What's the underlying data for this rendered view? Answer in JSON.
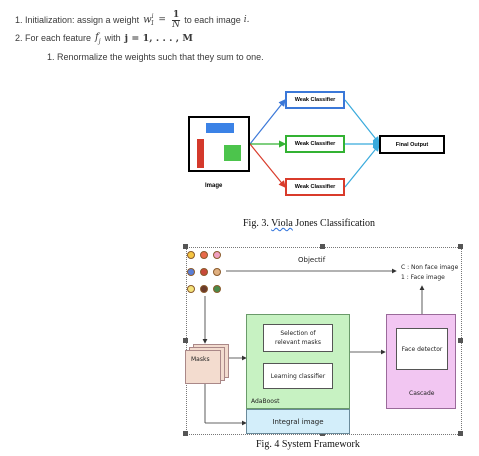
{
  "algorithm": {
    "step1_label": "1. Initialization: assign a weight",
    "step1_weight": "w",
    "step1_sup": "i",
    "step1_sub": "1",
    "step1_equals": "=",
    "step1_frac_num": "1",
    "step1_frac_den": "N",
    "step1_suffix": "to each image",
    "step1_var": "i.",
    "step2_label": "2. For each feature",
    "step2_feature": "f",
    "step2_feature_sub": "j",
    "step2_with": "with",
    "step2_range": "j = 1, . . . , M",
    "substep1": "1. Renormalize the weights such that they sum to one."
  },
  "fig3": {
    "image_label": "Image",
    "classifier_1": "Weak Classifier",
    "classifier_2": "Weak Classifier",
    "classifier_3": "Weak Classifier",
    "output_label": "Final Output",
    "caption_prefix": "Fig. 3.",
    "caption_word": "Viola",
    "caption_rest": "Jones Classification",
    "colors": {
      "classifier_1_border": "#3b78d8",
      "classifier_2_border": "#33b233",
      "classifier_3_border": "#d93b2b",
      "output_arrow": "#38aadc",
      "feature_blue": "#3b82e6",
      "feature_green": "#4cc44c",
      "feature_red": "#d4392b"
    }
  },
  "fig4": {
    "objective": "Objectif",
    "class_non_face": "C : Non face image",
    "class_face": "1 : Face image",
    "masks_label": "Masks",
    "selection_label_1": "Selection of",
    "selection_label_2": "relevant masks",
    "learning_label": "Learning classifier",
    "adaboost_label": "AdaBoost",
    "face_detector_label": "Face detector",
    "cascade_label": "Cascade",
    "integral_label": "Integral image",
    "caption": "Fig. 4  System Framework",
    "colors": {
      "adaboost_bg": "#c7f2c2",
      "cascade_bg": "#f2c6f2",
      "integral_bg": "#d3eefa",
      "masks_bg": "#f3dccf"
    }
  }
}
